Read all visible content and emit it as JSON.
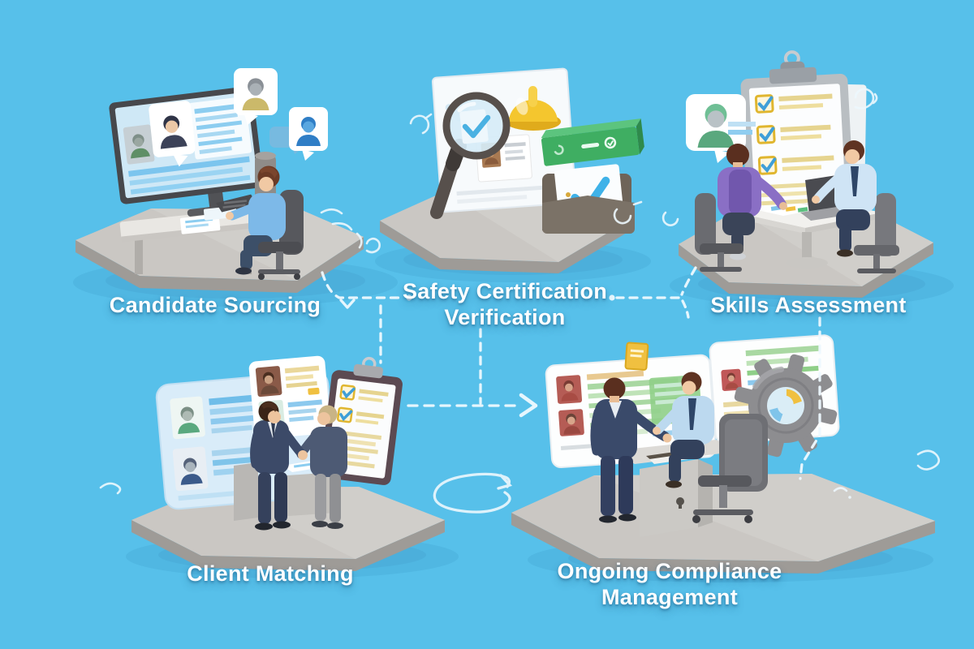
{
  "steps": [
    {
      "id": "candidate-sourcing",
      "label": "Candidate Sourcing",
      "illustration": "recruiter at desk with monitor showing candidate profiles and avatar chat bubbles"
    },
    {
      "id": "safety-certification-verification",
      "label": "Safety Certification Verification",
      "illustration": "magnifying glass over certificate with hard hat, green verified badge and checked document folder"
    },
    {
      "id": "skills-assessment",
      "label": "Skills Assessment",
      "illustration": "two people at interview table in front of large checklist clipboard"
    },
    {
      "id": "client-matching",
      "label": "Client Matching",
      "illustration": "two businessmen shaking hands between candidate profile board and checklist clipboard"
    },
    {
      "id": "ongoing-compliance-management",
      "label": "Ongoing Compliance Management",
      "illustration": "team reviewing compliance dashboards beside large gear"
    }
  ],
  "flow": {
    "style": "white dashed connectors",
    "edges": [
      {
        "from": "candidate-sourcing",
        "to": "safety-certification-verification"
      },
      {
        "from": "skills-assessment",
        "to": "safety-certification-verification"
      },
      {
        "from": "safety-certification-verification",
        "to": "client-matching"
      },
      {
        "from": "safety-certification-verification",
        "to": "ongoing-compliance-management"
      },
      {
        "from": "client-matching",
        "to": "ongoing-compliance-management",
        "arrow": true
      },
      {
        "from": "skills-assessment",
        "to": "ongoing-compliance-management"
      }
    ]
  },
  "colors": {
    "background": "#57c0ea",
    "label_text": "#fdfeff",
    "platform_top": "#c9c6c2",
    "platform_side": "#9e9b97",
    "accent_blue": "#7fc4ea",
    "accent_green": "#3fae62",
    "hard_hat_yellow": "#f2c330",
    "check_blue": "#3fb2e8",
    "suit_navy": "#3c4a68",
    "shirt_light_blue": "#7db9e8"
  },
  "icons": [
    "monitor-icon",
    "speech-bubble-icon",
    "magnifying-glass-icon",
    "hard-hat-icon",
    "verified-badge-icon",
    "checked-folder-icon",
    "checklist-clipboard-icon",
    "profile-board-icon",
    "handshake-icon",
    "dashboard-screen-icon",
    "gear-icon"
  ]
}
